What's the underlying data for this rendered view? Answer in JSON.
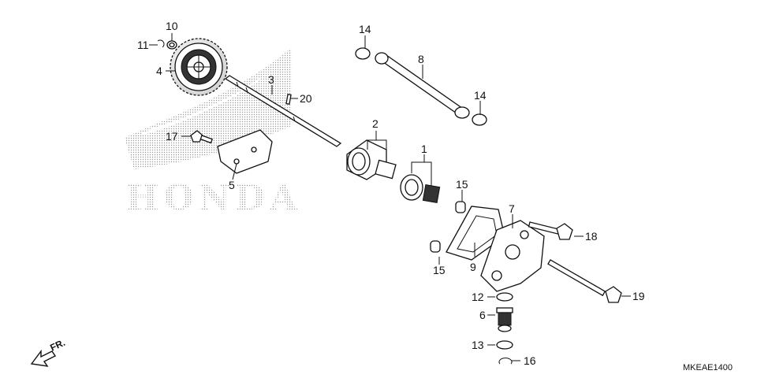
{
  "brand": {
    "text": "HONDA"
  },
  "diagram_code": "MKEAE1400",
  "front_label": "FR.",
  "callouts": [
    {
      "id": "1",
      "label": "1"
    },
    {
      "id": "2",
      "label": "2"
    },
    {
      "id": "3",
      "label": "3"
    },
    {
      "id": "4",
      "label": "4"
    },
    {
      "id": "5",
      "label": "5"
    },
    {
      "id": "6",
      "label": "6"
    },
    {
      "id": "7",
      "label": "7"
    },
    {
      "id": "8",
      "label": "8"
    },
    {
      "id": "9",
      "label": "9"
    },
    {
      "id": "10",
      "label": "10"
    },
    {
      "id": "11",
      "label": "11"
    },
    {
      "id": "12",
      "label": "12"
    },
    {
      "id": "13",
      "label": "13"
    },
    {
      "id": "14a",
      "label": "14"
    },
    {
      "id": "14b",
      "label": "14"
    },
    {
      "id": "15a",
      "label": "15"
    },
    {
      "id": "15b",
      "label": "15"
    },
    {
      "id": "16",
      "label": "16"
    },
    {
      "id": "17",
      "label": "17"
    },
    {
      "id": "18",
      "label": "18"
    },
    {
      "id": "19",
      "label": "19"
    },
    {
      "id": "20",
      "label": "20"
    }
  ]
}
